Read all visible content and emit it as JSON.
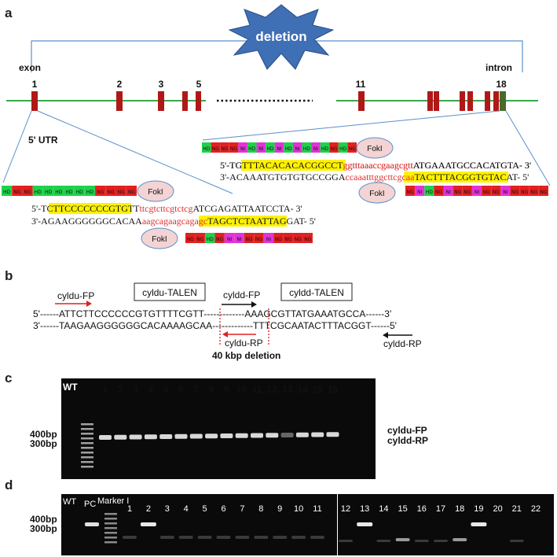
{
  "panels": {
    "a": {
      "letter": "a",
      "deletion_label": "deletion",
      "exon_label": "exon",
      "intron_label": "intron",
      "utr_label": "5' UTR",
      "exon_numbers": [
        "1",
        "2",
        "3",
        "5",
        "11",
        "18"
      ],
      "fokI": "FokI",
      "colors": {
        "exon": "#b01818",
        "intron_exon18": "#4a6a2a",
        "line": "#3aa84a",
        "burst": "#3f6fb5"
      },
      "right": {
        "rvd_top": "HDNGNGNGNIHDNIHDNIHDNIHDNIHDNGHDNG",
        "rvd_bottom": "NGNIHDNGNINGNGNINGNGNINGNGNGNG",
        "line1_a": "5'-T",
        "line1_hl": "GTTTACACACACGGCCT",
        "line1_spacer": "ggtttaaaccgaagcgtt",
        "line1_end": "ATGAAATGCCACATGTA- 3'",
        "line2_a": "3'-ACAAATGTGTGTGCCGGA",
        "line2_spacer": "ccaaatttggcttcgcaa",
        "line2_hl": "TACTTTACGGTGTACAT",
        "line2_end": "- 5'"
      },
      "left": {
        "rvd_top": "HDNGNGHDHDHDHDHDHDNGNGNGNG",
        "rvd_bottom": "NGNGHDNGNININGNGNINGNGNGNG",
        "line1_a": "5'-T",
        "line1_hl": "CTTCCCCCCCGTGTT",
        "line1_spacer": "ttcgtcttcgtctcg",
        "line1_end": "ATCGAGATTAATCCTA- 3'",
        "line2_a": "3'-AGAAGGGGGGCACAA",
        "line2_spacer": "aagcagaagcagagc",
        "line2_hl": "TAGCTCTAATTAGGAT",
        "line2_end": "- 5'"
      }
    },
    "b": {
      "letter": "b",
      "cyldu_fp": "cyldu-FP",
      "cyldu_talen": "cyldu-TALEN",
      "cyldd_fp": "cyldd-FP",
      "cyldd_talen": "cyldd-TALEN",
      "top_seq_left": "5'------ATTCTTCCCCCCGTGTTTTCGTT",
      "top_seq_dash": "-------------",
      "top_seq_right": "AAAGCGTTATGAAATGCCA------3'",
      "bottom_seq_left": "3'------TAAGAAGGGGGGCACAAAAGCAA",
      "bottom_seq_dash": "-------------",
      "bottom_seq_right": "TTTCGCAATACTTTACGGT------5'",
      "cyldu_rp": "cyldu-RP",
      "cyldd_rp": "cyldd-RP",
      "deletion_note": "40 kbp deletion"
    },
    "c": {
      "letter": "c",
      "wt": "WT",
      "lanes": [
        "1",
        "2",
        "3",
        "4",
        "5",
        "6",
        "7",
        "8",
        "9",
        "10",
        "11",
        "12",
        "13",
        "14",
        "15",
        "16"
      ],
      "marker_400": "400bp",
      "marker_300": "300bp",
      "primer1": "cyldu-FP",
      "primer2": "cyldd-RP"
    },
    "d": {
      "letter": "d",
      "wt": "WT",
      "pc": "PC",
      "marker": "Marker I",
      "lanes_left": [
        "1",
        "2",
        "3",
        "4",
        "5",
        "6",
        "7",
        "8",
        "9",
        "10",
        "11"
      ],
      "lanes_right": [
        "12",
        "13",
        "14",
        "15",
        "16",
        "17",
        "18",
        "19",
        "20",
        "21",
        "22"
      ],
      "marker_400": "400bp",
      "marker_300": "300bp"
    }
  }
}
